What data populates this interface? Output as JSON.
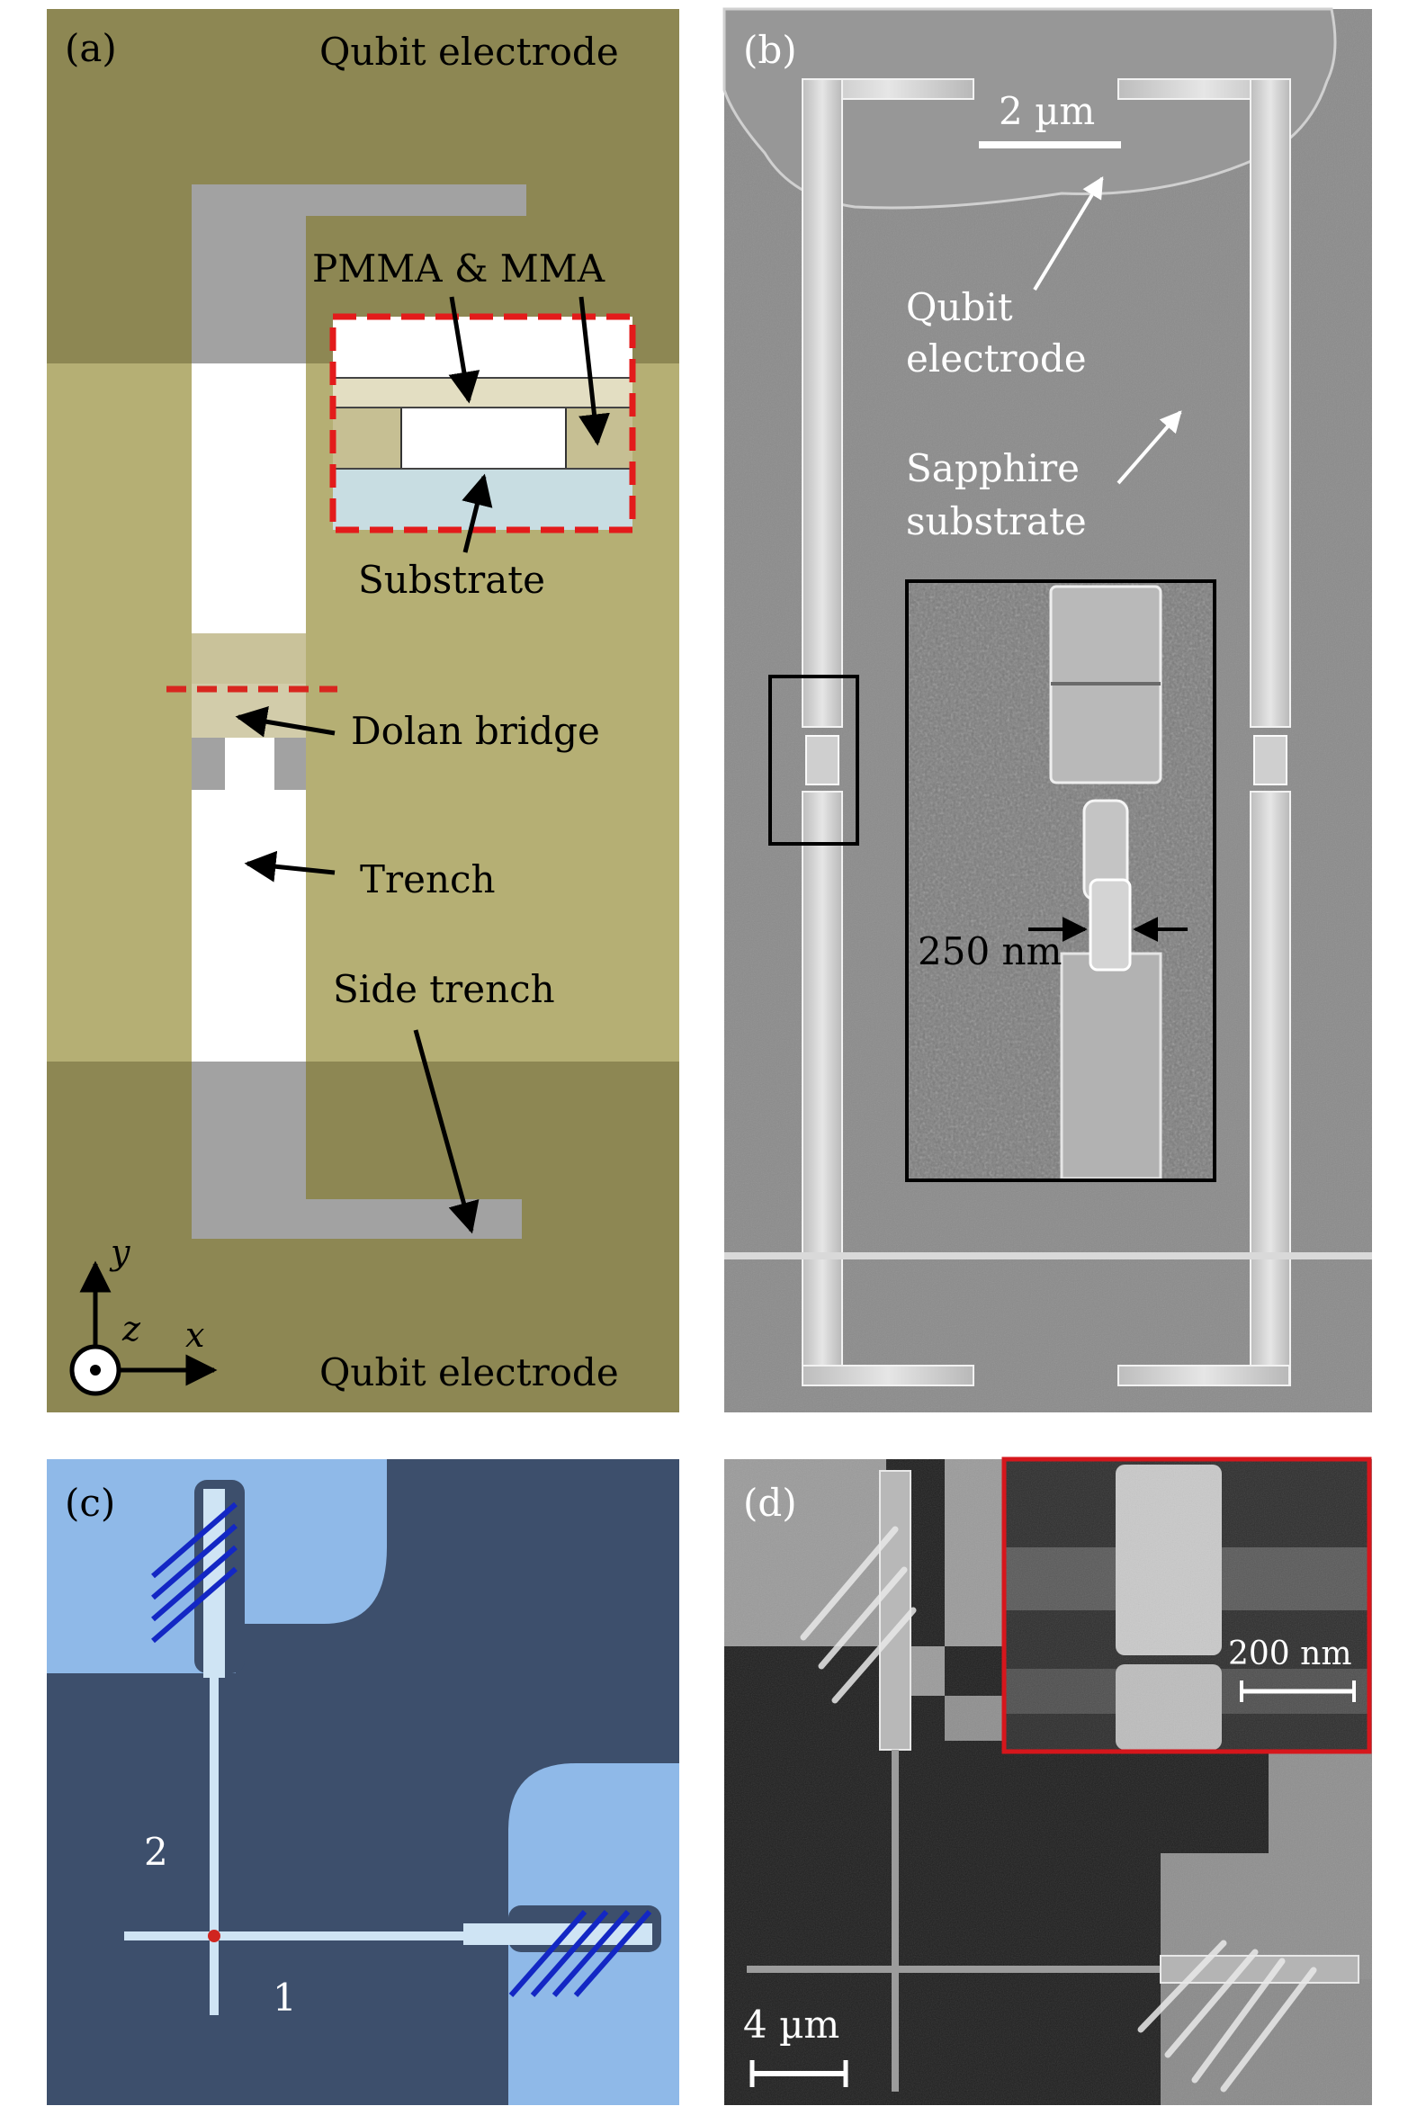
{
  "figure": {
    "panel_a": {
      "tag": "(a)",
      "top_label": "Qubit electrode",
      "bottom_label": "Qubit electrode",
      "resist_label": "PMMA & MMA",
      "substrate_label": "Substrate",
      "bridge_label": "Dolan bridge",
      "trench_label": "Trench",
      "side_trench_label": "Side trench",
      "axis_y": "y",
      "axis_z": "z",
      "axis_x": "x",
      "colors": {
        "electrode": "#8d8753",
        "resist": "#b5af74",
        "trench": "#ffffff",
        "side_trench": "#a2a2a2",
        "highlight": "#e31b1b",
        "substrate": "#c8dde2"
      }
    },
    "panel_b": {
      "tag": "(b)",
      "scale_label": "2 µm",
      "electrode_label_line1": "Qubit",
      "electrode_label_line2": "electrode",
      "substrate_label_line1": "Sapphire",
      "substrate_label_line2": "substrate",
      "width_label": "250 nm"
    },
    "panel_c": {
      "tag": "(c)",
      "finger_label_1": "1",
      "finger_label_2": "2",
      "colors": {
        "background": "#3d4f6c",
        "pad": "#8fb9e8",
        "finger": "#cfe4f4",
        "hatch": "#1327c4",
        "junction": "#d0251f"
      }
    },
    "panel_d": {
      "tag": "(d)",
      "scale_label": "4 µm",
      "inset_scale_label": "200 nm",
      "colors": {
        "inset_border": "#d6161c"
      }
    }
  }
}
